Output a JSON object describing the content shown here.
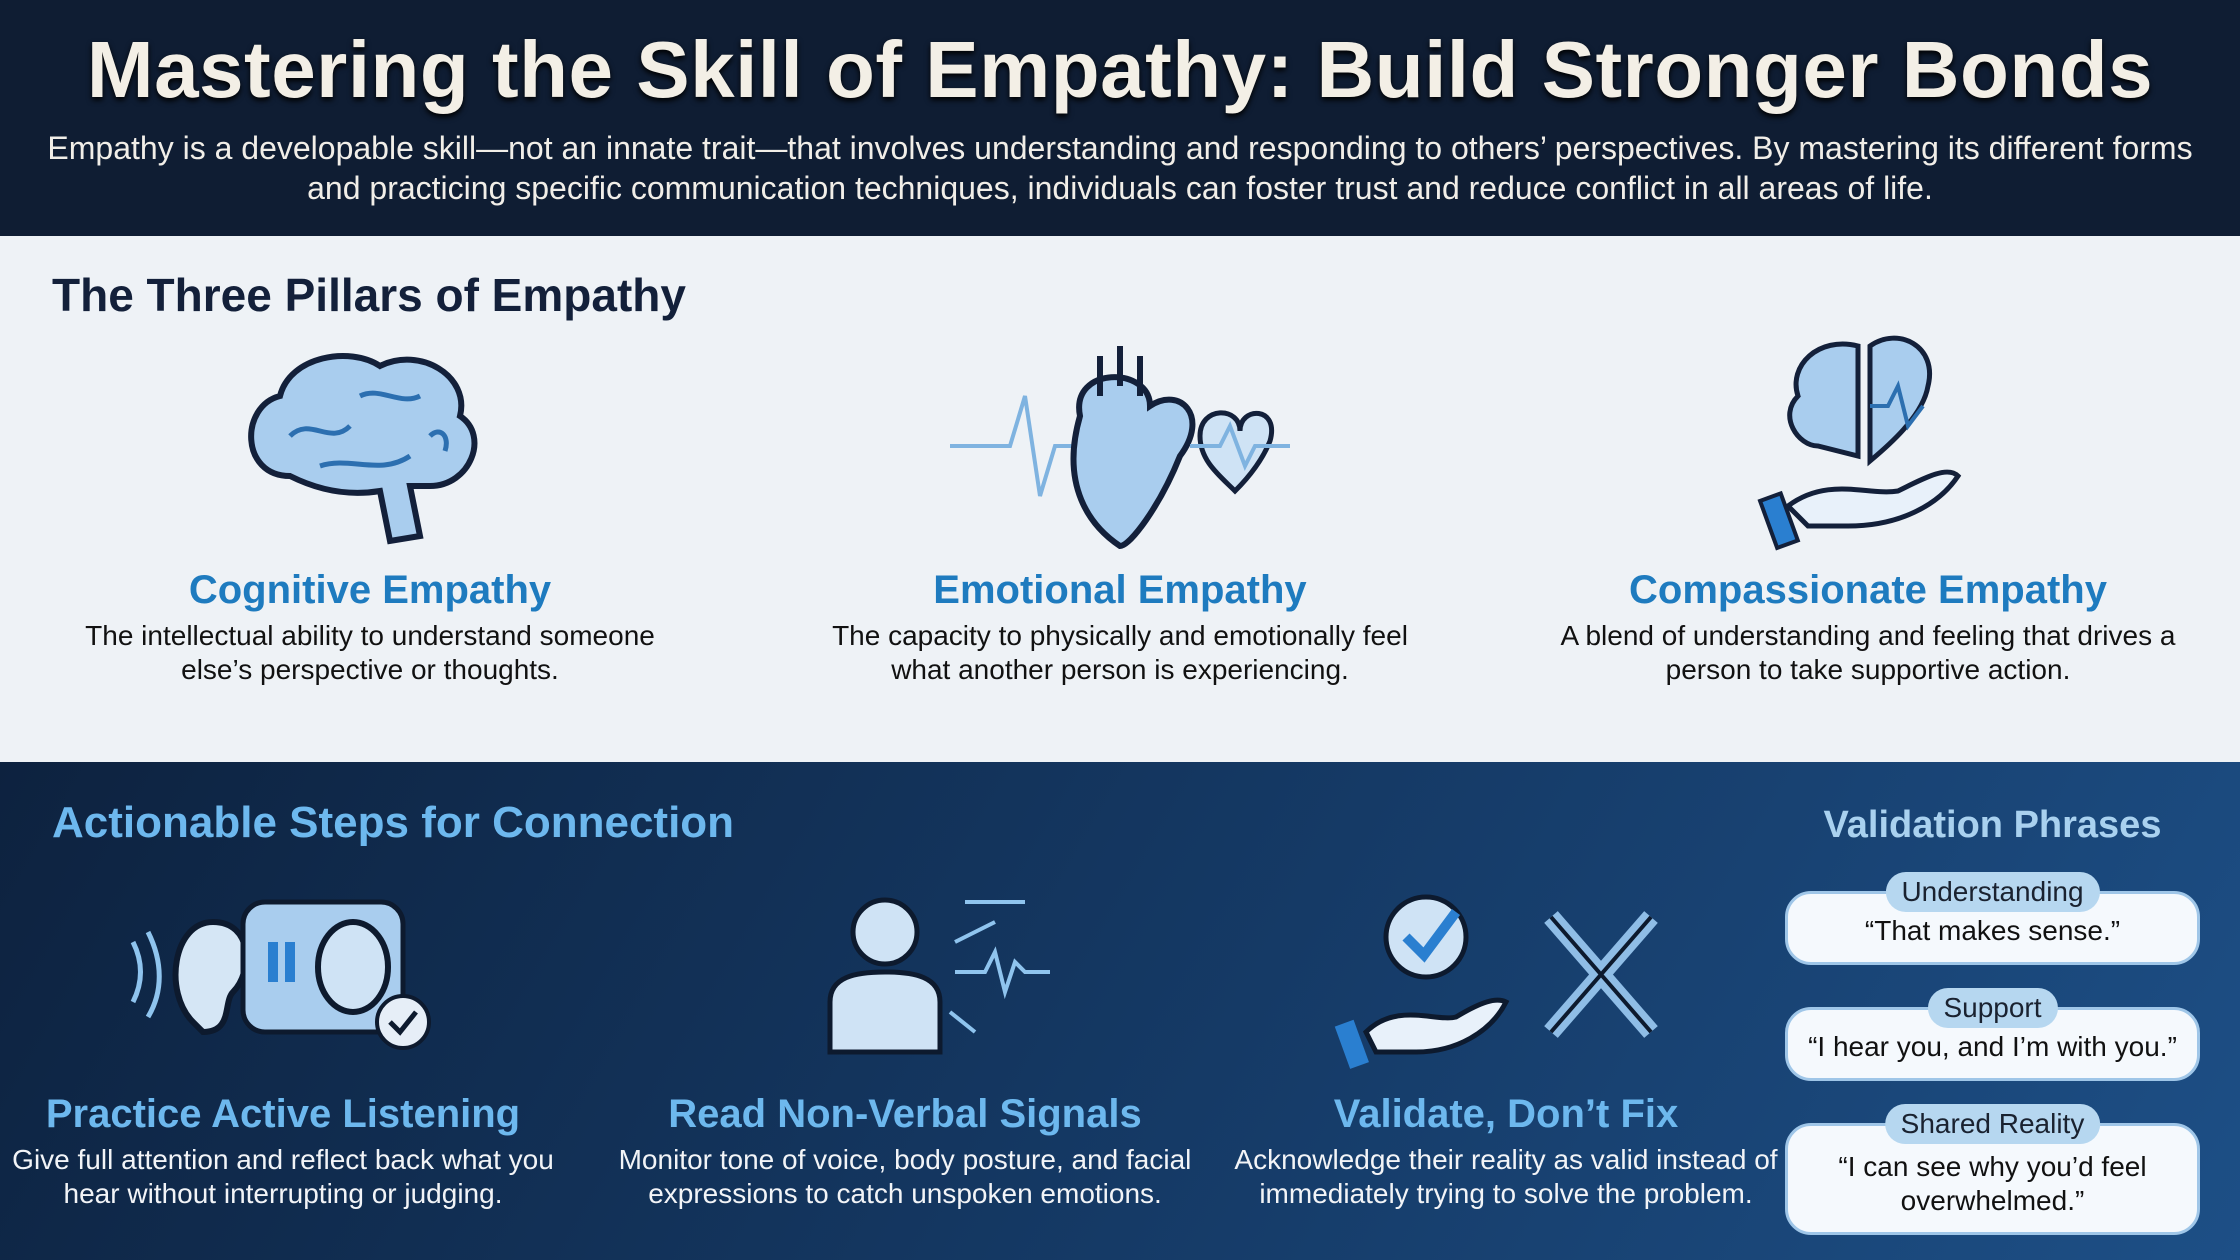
{
  "header": {
    "title": "Mastering the Skill of Empathy: Build Stronger Bonds",
    "subtitle": "Empathy is a developable skill—not an innate trait—that involves understanding and responding to others’ perspectives. By mastering its different forms and practicing specific communication techniques, individuals can foster trust and reduce conflict in all areas of life."
  },
  "pillars": {
    "heading": "The Three Pillars of Empathy",
    "items": [
      {
        "title": "Cognitive Empathy",
        "desc": "The intellectual ability to understand someone else’s perspective or thoughts.",
        "icon": "brain-icon"
      },
      {
        "title": "Emotional Empathy",
        "desc": "The capacity to physically and emotionally feel what another person is experiencing.",
        "icon": "heart-pulse-icon"
      },
      {
        "title": "Compassionate Empathy",
        "desc": "A blend of understanding and feeling that drives a person to take supportive action.",
        "icon": "hand-heart-brain-icon"
      }
    ]
  },
  "steps": {
    "heading": "Actionable Steps for Connection",
    "items": [
      {
        "title": "Practice Active Listening",
        "desc": "Give full attention and reflect back what you hear without interrupting or judging.",
        "icon": "ear-chat-icon"
      },
      {
        "title": "Read Non-Verbal Signals",
        "desc": "Monitor tone of voice, body posture, and facial expressions to catch unspoken emotions.",
        "icon": "person-signal-icon"
      },
      {
        "title": "Validate, Don’t Fix",
        "desc": "Acknowledge their reality as valid instead of immediately trying to solve the problem.",
        "icon": "check-hand-no-tools-icon"
      }
    ]
  },
  "validation": {
    "heading": "Validation Phrases",
    "items": [
      {
        "label": "Understanding",
        "phrase": "“That makes sense.”"
      },
      {
        "label": "Support",
        "phrase": "“I hear you, and I’m with you.”"
      },
      {
        "label": "Shared Reality",
        "phrase": "“I can see why you’d feel overwhelmed.”"
      }
    ]
  },
  "colors": {
    "navy": "#0f1d33",
    "accent": "#1e7bbf",
    "light_accent": "#6db8ee"
  }
}
